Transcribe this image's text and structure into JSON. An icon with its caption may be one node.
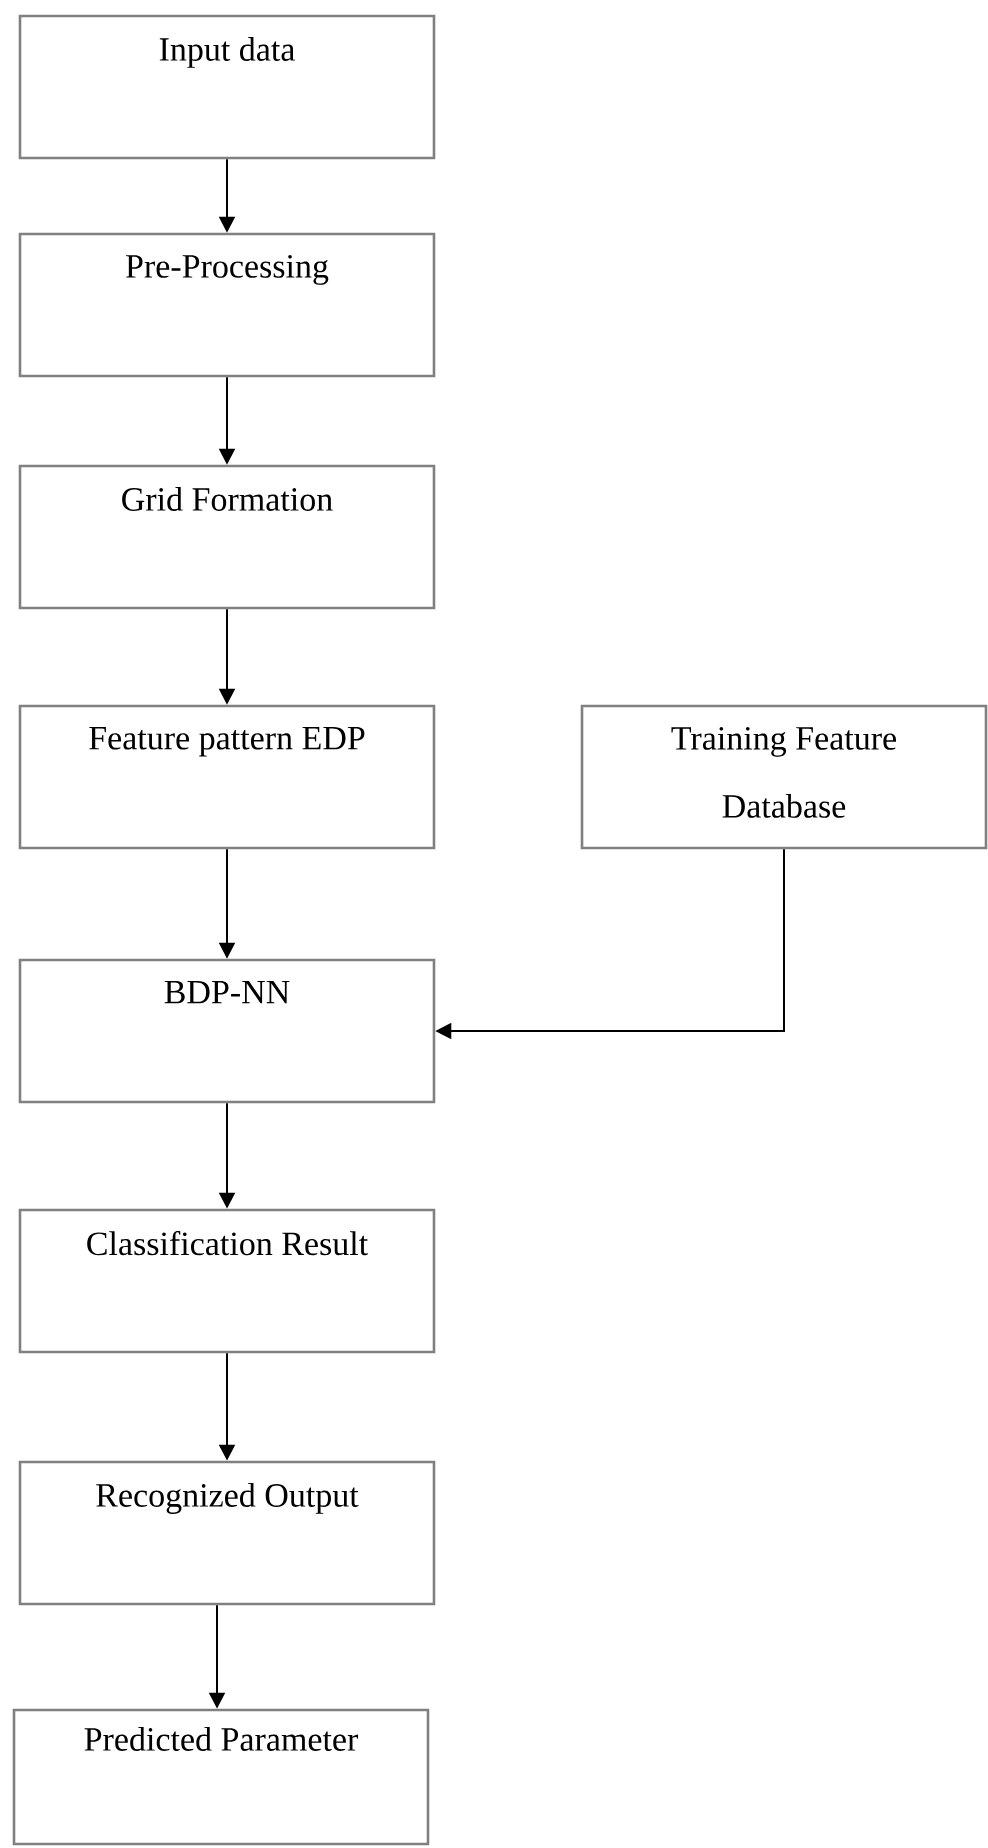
{
  "diagram": {
    "nodes": [
      {
        "text": [
          "Input data"
        ]
      },
      {
        "text": [
          "Pre-Processing"
        ]
      },
      {
        "text": [
          "Grid Formation"
        ]
      },
      {
        "text": [
          "Feature pattern EDP"
        ]
      },
      {
        "text": [
          "Training Feature Database"
        ]
      },
      {
        "text": [
          "BDP-NN"
        ]
      },
      {
        "text": [
          "Classification Result"
        ]
      },
      {
        "text": [
          "Recognized Output"
        ]
      },
      {
        "text": [
          "Predicted Parameter"
        ]
      }
    ],
    "edges": [
      {
        "from": 0,
        "to": 1,
        "arrow": "to"
      },
      {
        "from": 1,
        "to": 2,
        "arrow": "to"
      },
      {
        "from": 2,
        "to": 3,
        "arrow": "to"
      },
      {
        "from": 3,
        "to": 5,
        "arrow": "to"
      },
      {
        "from": 4,
        "to": 5,
        "arrow": "to"
      },
      {
        "from": 5,
        "to": 6,
        "arrow": "to"
      },
      {
        "from": 6,
        "to": 7,
        "arrow": "to"
      },
      {
        "from": 7,
        "to": 8,
        "arrow": "to"
      }
    ]
  }
}
